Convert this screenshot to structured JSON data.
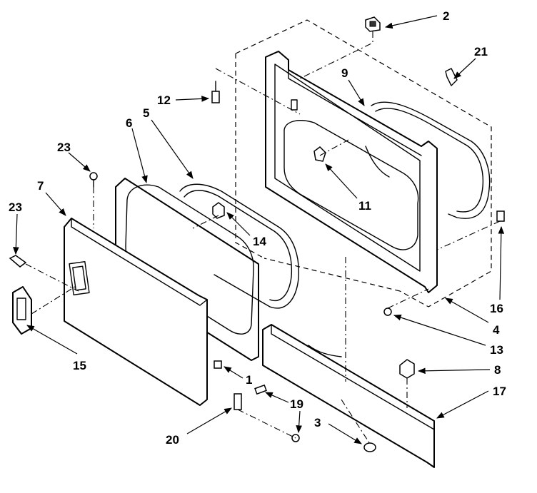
{
  "callouts": [
    {
      "id": "c2",
      "text": "2"
    },
    {
      "id": "c21",
      "text": "21"
    },
    {
      "id": "c9",
      "text": "9"
    },
    {
      "id": "c12",
      "text": "12"
    },
    {
      "id": "c6",
      "text": "6"
    },
    {
      "id": "c5",
      "text": "5"
    },
    {
      "id": "c23a",
      "text": "23"
    },
    {
      "id": "c11",
      "text": "11"
    },
    {
      "id": "c7",
      "text": "7"
    },
    {
      "id": "c23b",
      "text": "23"
    },
    {
      "id": "c14",
      "text": "14"
    },
    {
      "id": "c16",
      "text": "16"
    },
    {
      "id": "c4",
      "text": "4"
    },
    {
      "id": "c13",
      "text": "13"
    },
    {
      "id": "c15",
      "text": "15"
    },
    {
      "id": "c1",
      "text": "1"
    },
    {
      "id": "c8",
      "text": "8"
    },
    {
      "id": "c17",
      "text": "17"
    },
    {
      "id": "c19",
      "text": "19"
    },
    {
      "id": "c20",
      "text": "20"
    },
    {
      "id": "c3",
      "text": "3"
    }
  ]
}
